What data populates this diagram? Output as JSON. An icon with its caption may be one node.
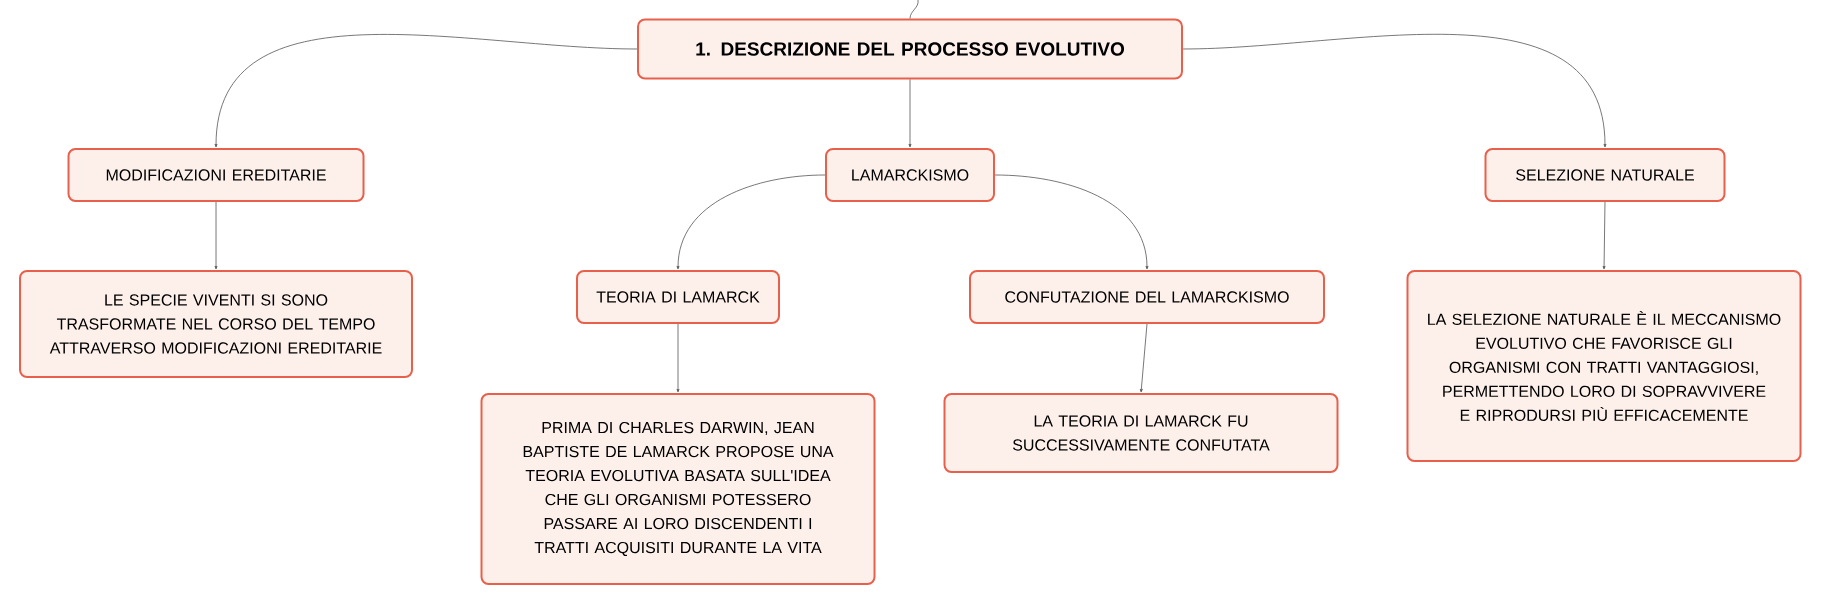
{
  "diagram": {
    "nodes": [
      {
        "text": [
          "1. DESCRIZIONE DEL PROCESSO EVOLUTIVO"
        ]
      },
      {
        "text": [
          "MODIFICAZIONI EREDITARIE"
        ]
      },
      {
        "text": [
          "LAMARCKISMO"
        ]
      },
      {
        "text": [
          "SELEZIONE NATURALE"
        ]
      },
      {
        "text": [
          "LE SPECIE VIVENTI SI SONO TRASFORMATE NEL CORSO DEL TEMPO ATTRAVERSO MODIFICAZIONI EREDITARIE"
        ]
      },
      {
        "text": [
          "TEORIA DI LAMARCK"
        ]
      },
      {
        "text": [
          "CONFUTAZIONE DEL LAMARCKISMO"
        ]
      },
      {
        "text": [
          "LA SELEZIONE NATURALE È IL MECCANISMO EVOLUTIVO CHE FAVORISCE GLI ORGANISMI CON TRATTI VANTAGGIOSI, PERMETTENDO LORO DI SOPRAVVIVERE E RIPRODURSI PIÙ EFFICACEMENTE"
        ]
      },
      {
        "text": [
          "PRIMA DI CHARLES DARWIN, JEAN BAPTISTE DE LAMARCK PROPOSE UNA TEORIA EVOLUTIVA BASATA SULL'IDEA CHE GLI ORGANISMI POTESSERO PASSARE AI LORO DISCENDENTI I TRATTI ACQUISITI DURANTE LA VITA"
        ]
      },
      {
        "text": [
          "LA TEORIA DI LAMARCK FU SUCCESSIVAMENTE CONFUTATA"
        ]
      }
    ],
    "edges": [
      {
        "from": null,
        "to": 0,
        "arrow": "none"
      },
      {
        "from": 0,
        "to": 1,
        "arrow": "to"
      },
      {
        "from": 0,
        "to": 2,
        "arrow": "to"
      },
      {
        "from": 0,
        "to": 3,
        "arrow": "to"
      },
      {
        "from": 1,
        "to": 4,
        "arrow": "to"
      },
      {
        "from": 2,
        "to": 5,
        "arrow": "to"
      },
      {
        "from": 2,
        "to": 6,
        "arrow": "to"
      },
      {
        "from": 3,
        "to": 7,
        "arrow": "to"
      },
      {
        "from": 5,
        "to": 8,
        "arrow": "to"
      },
      {
        "from": 6,
        "to": 9,
        "arrow": "to"
      }
    ]
  }
}
